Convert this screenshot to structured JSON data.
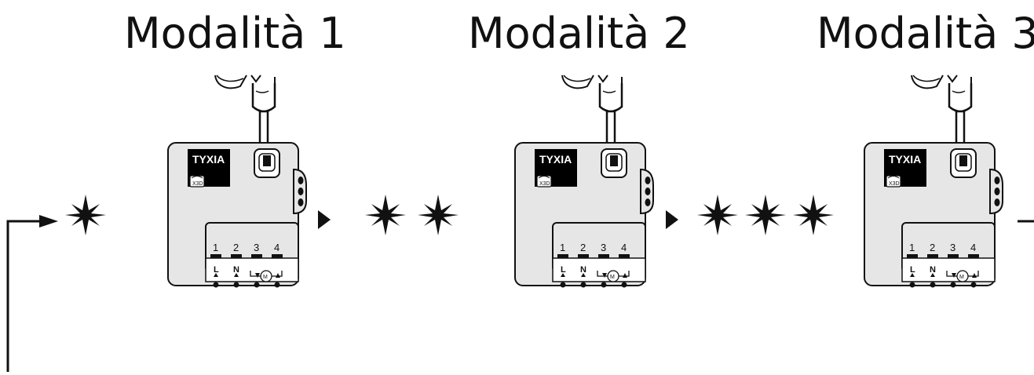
{
  "modes": [
    {
      "title": "Modalità 1",
      "flashes": 1
    },
    {
      "title": "Modalità 2",
      "flashes": 2
    },
    {
      "title": "Modalità 3",
      "flashes": 3
    }
  ],
  "device": {
    "brand": "TYXIA",
    "badge": "X3D",
    "terminals": [
      "1",
      "2",
      "3",
      "4"
    ],
    "terminal_letters": [
      "L",
      "N"
    ],
    "motor_symbol": "M"
  },
  "colors": {
    "device_fill": "#e6e6e6",
    "line": "#111111",
    "brand_bg": "#000000"
  },
  "icons": [
    "finger-press-icon",
    "star-flash-icon",
    "arrow-right-icon",
    "loop-arrow-icon"
  ]
}
